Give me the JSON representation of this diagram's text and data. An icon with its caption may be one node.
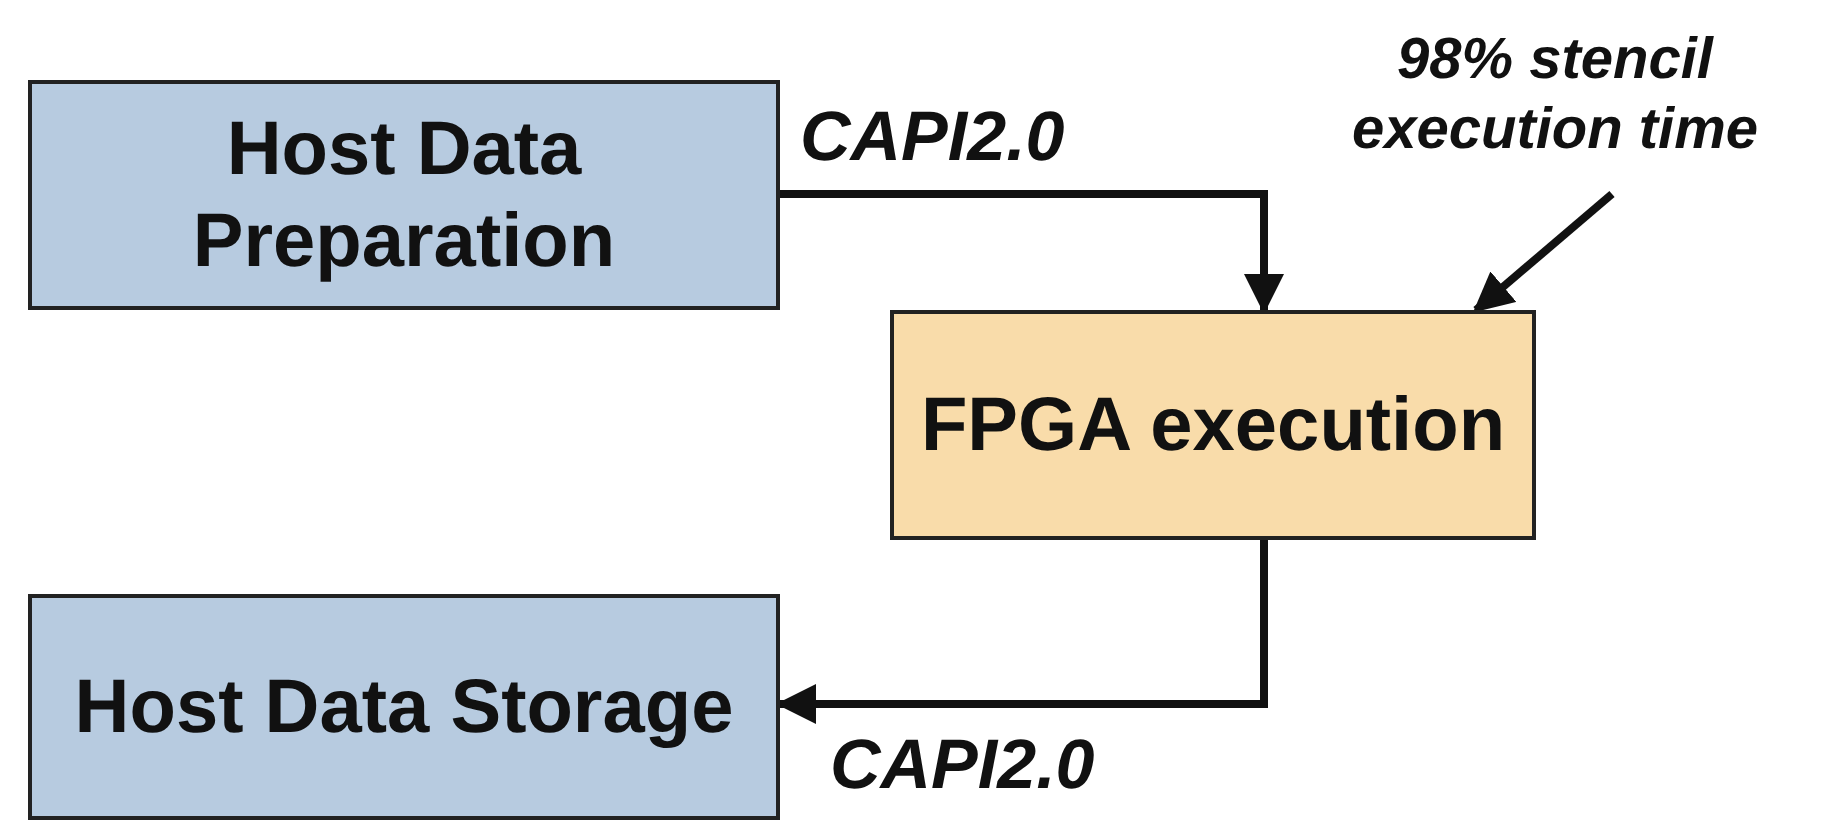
{
  "diagram": {
    "nodes": [
      {
        "text": [
          "Host Data Preparation"
        ]
      },
      {
        "text": [
          "FPGA execution"
        ]
      },
      {
        "text": [
          "Host Data Storage"
        ]
      },
      {
        "text": [
          "98% stencil execution time"
        ]
      }
    ],
    "edges": [
      {
        "from": 0,
        "to": 1,
        "arrow": "to",
        "label": "CAPI2.0"
      },
      {
        "from": 1,
        "to": 2,
        "arrow": "to",
        "label": "CAPI2.0"
      },
      {
        "from": 3,
        "to": 1,
        "arrow": "to"
      }
    ]
  }
}
